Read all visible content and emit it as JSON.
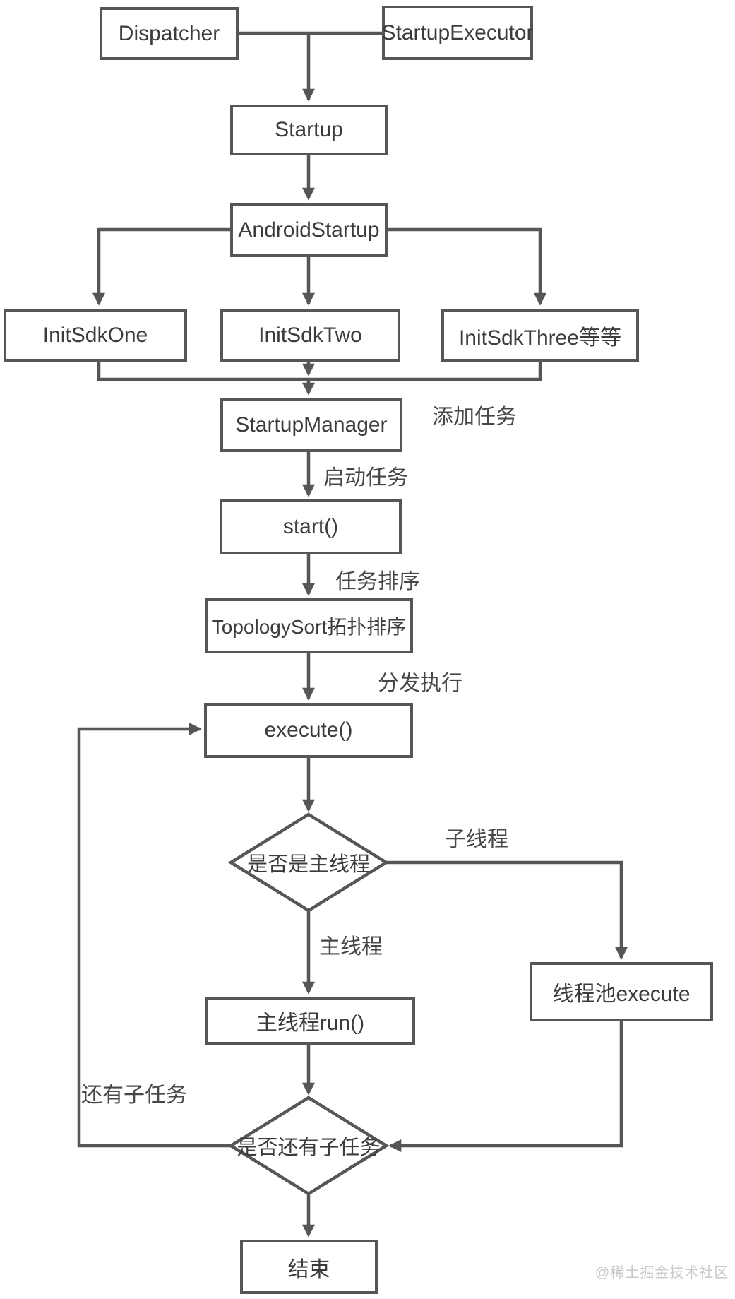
{
  "colors": {
    "line": "#565656",
    "node_border": "#565656",
    "node_fill": "#ffffff",
    "text": "#3c3c3c",
    "edge_label_text": "#474747",
    "watermark_text": "#c9c9c9",
    "background": "#ffffff"
  },
  "nodes": {
    "dispatcher": "Dispatcher",
    "startup_executor": "StartupExecutor",
    "startup": "Startup",
    "android_startup": "AndroidStartup",
    "init_sdk_one": "InitSdkOne",
    "init_sdk_two": "InitSdkTwo",
    "init_sdk_three": "InitSdkThree等等",
    "startup_manager": "StartupManager",
    "start_fn": "start()",
    "topology_sort": "TopologySort拓扑排序",
    "execute_fn": "execute()",
    "is_main_thread": "是否是主线程",
    "thread_pool_execute": "线程池execute",
    "main_thread_run": "主线程run()",
    "has_sub_tasks": "是否还有子任务",
    "end": "结束"
  },
  "edge_labels": {
    "add_task": "添加任务",
    "start_task": "启动任务",
    "task_sort": "任务排序",
    "dispatch_execute": "分发执行",
    "sub_thread": "子线程",
    "main_thread": "主线程",
    "more_sub_tasks": "还有子任务"
  },
  "watermark": "@稀土掘金技术社区"
}
